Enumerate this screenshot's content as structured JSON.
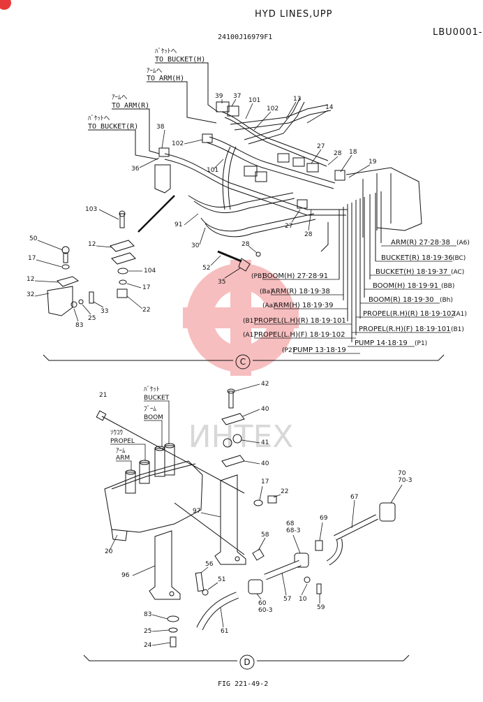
{
  "header": {
    "title": "HYD LINES,UPP",
    "ref_code": "LBU0001-",
    "part_number": "24100J16979F1"
  },
  "footer": {
    "figure": "FIG 221-49-2"
  },
  "watermark": {
    "text": "ИНТЕХ",
    "color": "#e8393a"
  },
  "top_labels": {
    "bucket_h_jp": "ﾊﾞｹｯﾄへ",
    "bucket_h": "TO BUCKET(H)",
    "arm_h_jp": "ｱｰﾑへ",
    "arm_h": "TO ARM(H)",
    "arm_r_jp": "ｱｰﾑへ",
    "arm_r": "TO ARM(R)",
    "bucket_r_jp": "ﾊﾞｹｯﾄへ",
    "bucket_r": "TO BUCKET(R)"
  },
  "section_c": {
    "marker": "C",
    "callouts": [
      {
        "id": "c-39",
        "text": "39"
      },
      {
        "id": "c-37",
        "text": "37"
      },
      {
        "id": "c-101a",
        "text": "101"
      },
      {
        "id": "c-102a",
        "text": "102"
      },
      {
        "id": "c-13",
        "text": "13"
      },
      {
        "id": "c-14",
        "text": "14"
      },
      {
        "id": "c-38",
        "text": "38"
      },
      {
        "id": "c-102b",
        "text": "102"
      },
      {
        "id": "c-36",
        "text": "36"
      },
      {
        "id": "c-101b",
        "text": "101"
      },
      {
        "id": "c-27a",
        "text": "27"
      },
      {
        "id": "c-28a",
        "text": "28"
      },
      {
        "id": "c-18",
        "text": "18"
      },
      {
        "id": "c-19",
        "text": "19"
      },
      {
        "id": "c-103",
        "text": "103"
      },
      {
        "id": "c-91",
        "text": "91"
      },
      {
        "id": "c-27b",
        "text": "27"
      },
      {
        "id": "c-28b",
        "text": "28"
      },
      {
        "id": "c-30",
        "text": "30"
      },
      {
        "id": "c-50",
        "text": "50"
      },
      {
        "id": "c-12a",
        "text": "12"
      },
      {
        "id": "c-17a",
        "text": "17"
      },
      {
        "id": "c-28c",
        "text": "28"
      },
      {
        "id": "c-52",
        "text": "52"
      },
      {
        "id": "c-104",
        "text": "104"
      },
      {
        "id": "c-35",
        "text": "35"
      },
      {
        "id": "c-12b",
        "text": "12"
      },
      {
        "id": "c-17b",
        "text": "17"
      },
      {
        "id": "c-32",
        "text": "32"
      },
      {
        "id": "c-33",
        "text": "33"
      },
      {
        "id": "c-25",
        "text": "25"
      },
      {
        "id": "c-22",
        "text": "22"
      },
      {
        "id": "c-83",
        "text": "83"
      }
    ],
    "lines": [
      {
        "tag": "(A6)",
        "label": "ARM(R)",
        "parts": "27·28·38"
      },
      {
        "tag": "(BC)",
        "label": "BUCKET(R)",
        "parts": "18·19·36"
      },
      {
        "tag": "(AC)",
        "label": "BUCKET(H)",
        "parts": "18·19·37"
      },
      {
        "tag": "(BB)",
        "label": "BOOM(H)",
        "parts": "18·19·91"
      },
      {
        "tag": "(Bh)",
        "label": "BOOM(R)",
        "parts": "18·19·30"
      },
      {
        "tag": "(A1)",
        "label": "PROPEL(R.H)(R)",
        "parts": "18·19·102"
      },
      {
        "tag": "(B1)",
        "label": "PROPEL(R.H)(F)",
        "parts": "18·19·101"
      },
      {
        "tag": "(P1)",
        "label": "PUMP",
        "parts": "14·18·19"
      },
      {
        "tag": "(PB)",
        "label": "BOOM(H)",
        "parts": "27·28·91"
      },
      {
        "tag": "(Ba)",
        "label": "ARM(R)",
        "parts": "18·19·38"
      },
      {
        "tag": "(Aa)",
        "label": "ARM(H)",
        "parts": "18·19·39"
      },
      {
        "tag": "(B1)",
        "label": "PROPEL(L.H)(R)",
        "parts": "18·19·101"
      },
      {
        "tag": "(A1)",
        "label": "PROPEL(L.H)(F)",
        "parts": "18·19·102"
      },
      {
        "tag": "(P2)",
        "label": "PUMP",
        "parts": "13·18·19"
      }
    ]
  },
  "section_d": {
    "marker": "D",
    "valve_labels": {
      "bucket_jp": "ﾊﾞｹｯﾄ",
      "bucket": "BUCKET",
      "boom_jp": "ﾌﾞｰﾑ",
      "boom": "BOOM",
      "propel_jp": "ｿｳｺｳ",
      "propel": "PROPEL",
      "arm_jp": "ｱｰﾑ",
      "arm": "ARM"
    },
    "callouts": [
      {
        "id": "d-42",
        "text": "42"
      },
      {
        "id": "d-21",
        "text": "21"
      },
      {
        "id": "d-40a",
        "text": "40"
      },
      {
        "id": "d-41",
        "text": "41"
      },
      {
        "id": "d-40b",
        "text": "40"
      },
      {
        "id": "d-17",
        "text": "17"
      },
      {
        "id": "d-22",
        "text": "22"
      },
      {
        "id": "d-97",
        "text": "97"
      },
      {
        "id": "d-70",
        "text": "70"
      },
      {
        "id": "d-70-3",
        "text": "70-3"
      },
      {
        "id": "d-67",
        "text": "67"
      },
      {
        "id": "d-68",
        "text": "68"
      },
      {
        "id": "d-68-3",
        "text": "68-3"
      },
      {
        "id": "d-69",
        "text": "69"
      },
      {
        "id": "d-20",
        "text": "20"
      },
      {
        "id": "d-58",
        "text": "58"
      },
      {
        "id": "d-96",
        "text": "96"
      },
      {
        "id": "d-56",
        "text": "56"
      },
      {
        "id": "d-51",
        "text": "51"
      },
      {
        "id": "d-57",
        "text": "57"
      },
      {
        "id": "d-10",
        "text": "10"
      },
      {
        "id": "d-60",
        "text": "60"
      },
      {
        "id": "d-60-3",
        "text": "60-3"
      },
      {
        "id": "d-59",
        "text": "59"
      },
      {
        "id": "d-61",
        "text": "61"
      },
      {
        "id": "d-83",
        "text": "83"
      },
      {
        "id": "d-25",
        "text": "25"
      },
      {
        "id": "d-24",
        "text": "24"
      }
    ]
  }
}
